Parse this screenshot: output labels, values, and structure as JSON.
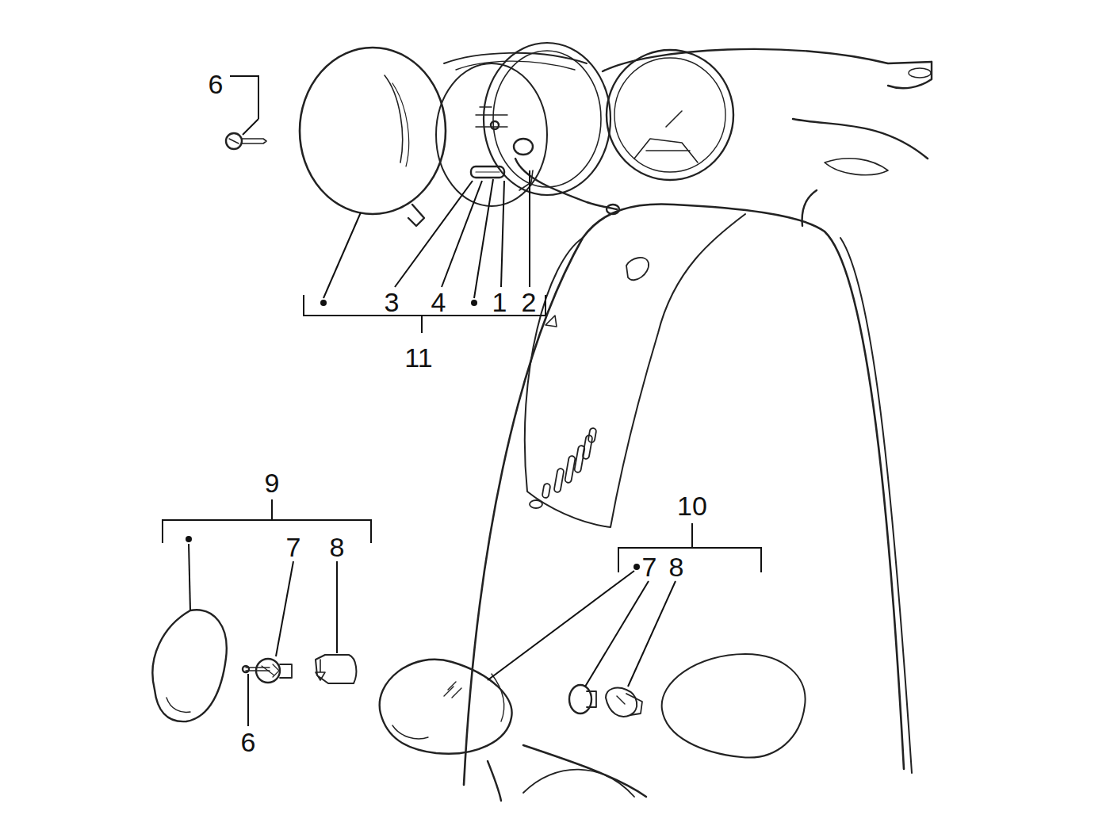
{
  "diagram": {
    "labels": [
      "6",
      "3",
      "4",
      "1",
      "2",
      "11",
      "9",
      "7",
      "8",
      "6",
      "10",
      "7",
      "8"
    ]
  }
}
